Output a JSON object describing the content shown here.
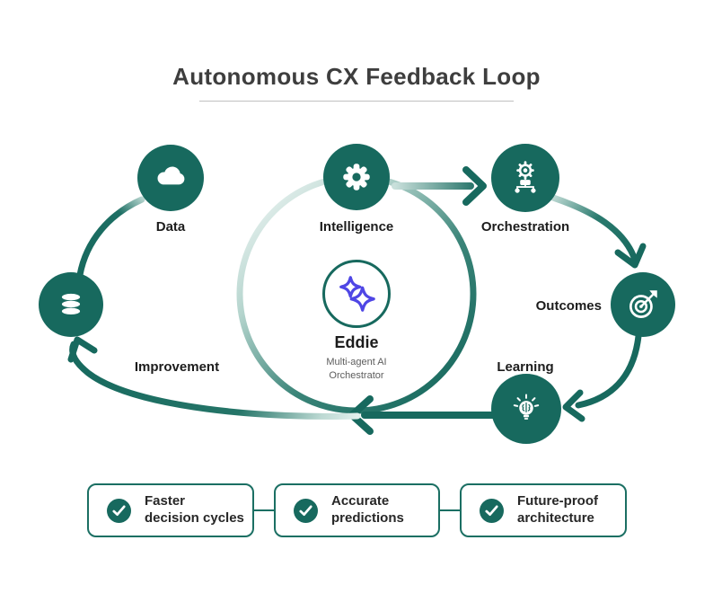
{
  "title": {
    "text": "Autonomous CX Feedback Loop"
  },
  "center": {
    "name": "Eddie",
    "subtitle_line1": "Multi-agent AI",
    "subtitle_line2": "Orchestrator"
  },
  "nodes": [
    {
      "id": "data",
      "label": "Data",
      "icon": "cloud-icon"
    },
    {
      "id": "intelligence",
      "label": "Intelligence",
      "icon": "gear-icon"
    },
    {
      "id": "orchestration",
      "label": "Orchestration",
      "icon": "gear-network-icon"
    },
    {
      "id": "outcomes",
      "label": "Outcomes",
      "icon": "target-dart-icon"
    },
    {
      "id": "learning",
      "label": "Learning",
      "icon": "lightbulb-brain-icon"
    },
    {
      "id": "improvement",
      "label": "Improvement",
      "icon": "database-icon"
    }
  ],
  "benefits": [
    {
      "label_line1": "Faster",
      "label_line2": "decision cycles"
    },
    {
      "label_line1": "Accurate",
      "label_line2": "predictions"
    },
    {
      "label_line1": "Future-proof",
      "label_line2": "architecture"
    }
  ],
  "colors": {
    "teal": "#17695e",
    "teal_light": "#cfe4e0",
    "sparkle_blue": "#4f46e5",
    "title_text": "#3e3e3e"
  }
}
